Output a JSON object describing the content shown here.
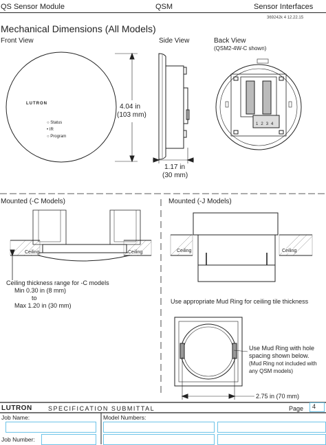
{
  "header": {
    "left": "QS Sensor Module",
    "center": "QSM",
    "right": "Sensor Interfaces",
    "doc_number": "369242k  4   12.22.15"
  },
  "section_title": "Mechanical Dimensions (All Models)",
  "front_view": {
    "title": "Front View",
    "brand": "LUTRON",
    "led_labels": [
      "Status",
      "IR",
      "Program"
    ],
    "diameter_label": "4.04 in",
    "diameter_mm": "(103 mm)"
  },
  "side_view": {
    "title": "Side View",
    "depth_label": "1.17 in",
    "depth_mm": "(30 mm)"
  },
  "back_view": {
    "title": "Back View",
    "subtitle": "(QSM2-4W-C shown)",
    "terminal_labels": [
      "1",
      "2",
      "3",
      "4"
    ]
  },
  "mounted_c": {
    "title": "Mounted (-C Models)",
    "ceiling_label": "Ceiling",
    "note_line1": "Ceiling thickness range for -C models",
    "note_line2": "Min  0.30 in (8 mm)",
    "note_line3": "to",
    "note_line4": "Max 1.20 in (30 mm)"
  },
  "mounted_j": {
    "title": "Mounted (-J Models)",
    "ceiling_label": "Ceiling",
    "mud_ring_note": "Use appropriate Mud Ring for ceiling tile thickness",
    "hole_note_1": "Use Mud Ring with hole",
    "hole_note_2": "spacing shown below.",
    "hole_note_3": "(Mud Ring not included with",
    "hole_note_4": "any QSM models)",
    "spacing_label": "2.75 in (70 mm)"
  },
  "footer": {
    "brand": "LUTRON",
    "title": "SPECIFICATION SUBMITTAL",
    "page_label": "Page",
    "page_number": "4",
    "job_name_label": "Job Name:",
    "job_number_label": "Job Number:",
    "model_numbers_label": "Model Numbers:"
  },
  "colors": {
    "form_border": "#6cc3e8",
    "line": "#222222"
  }
}
